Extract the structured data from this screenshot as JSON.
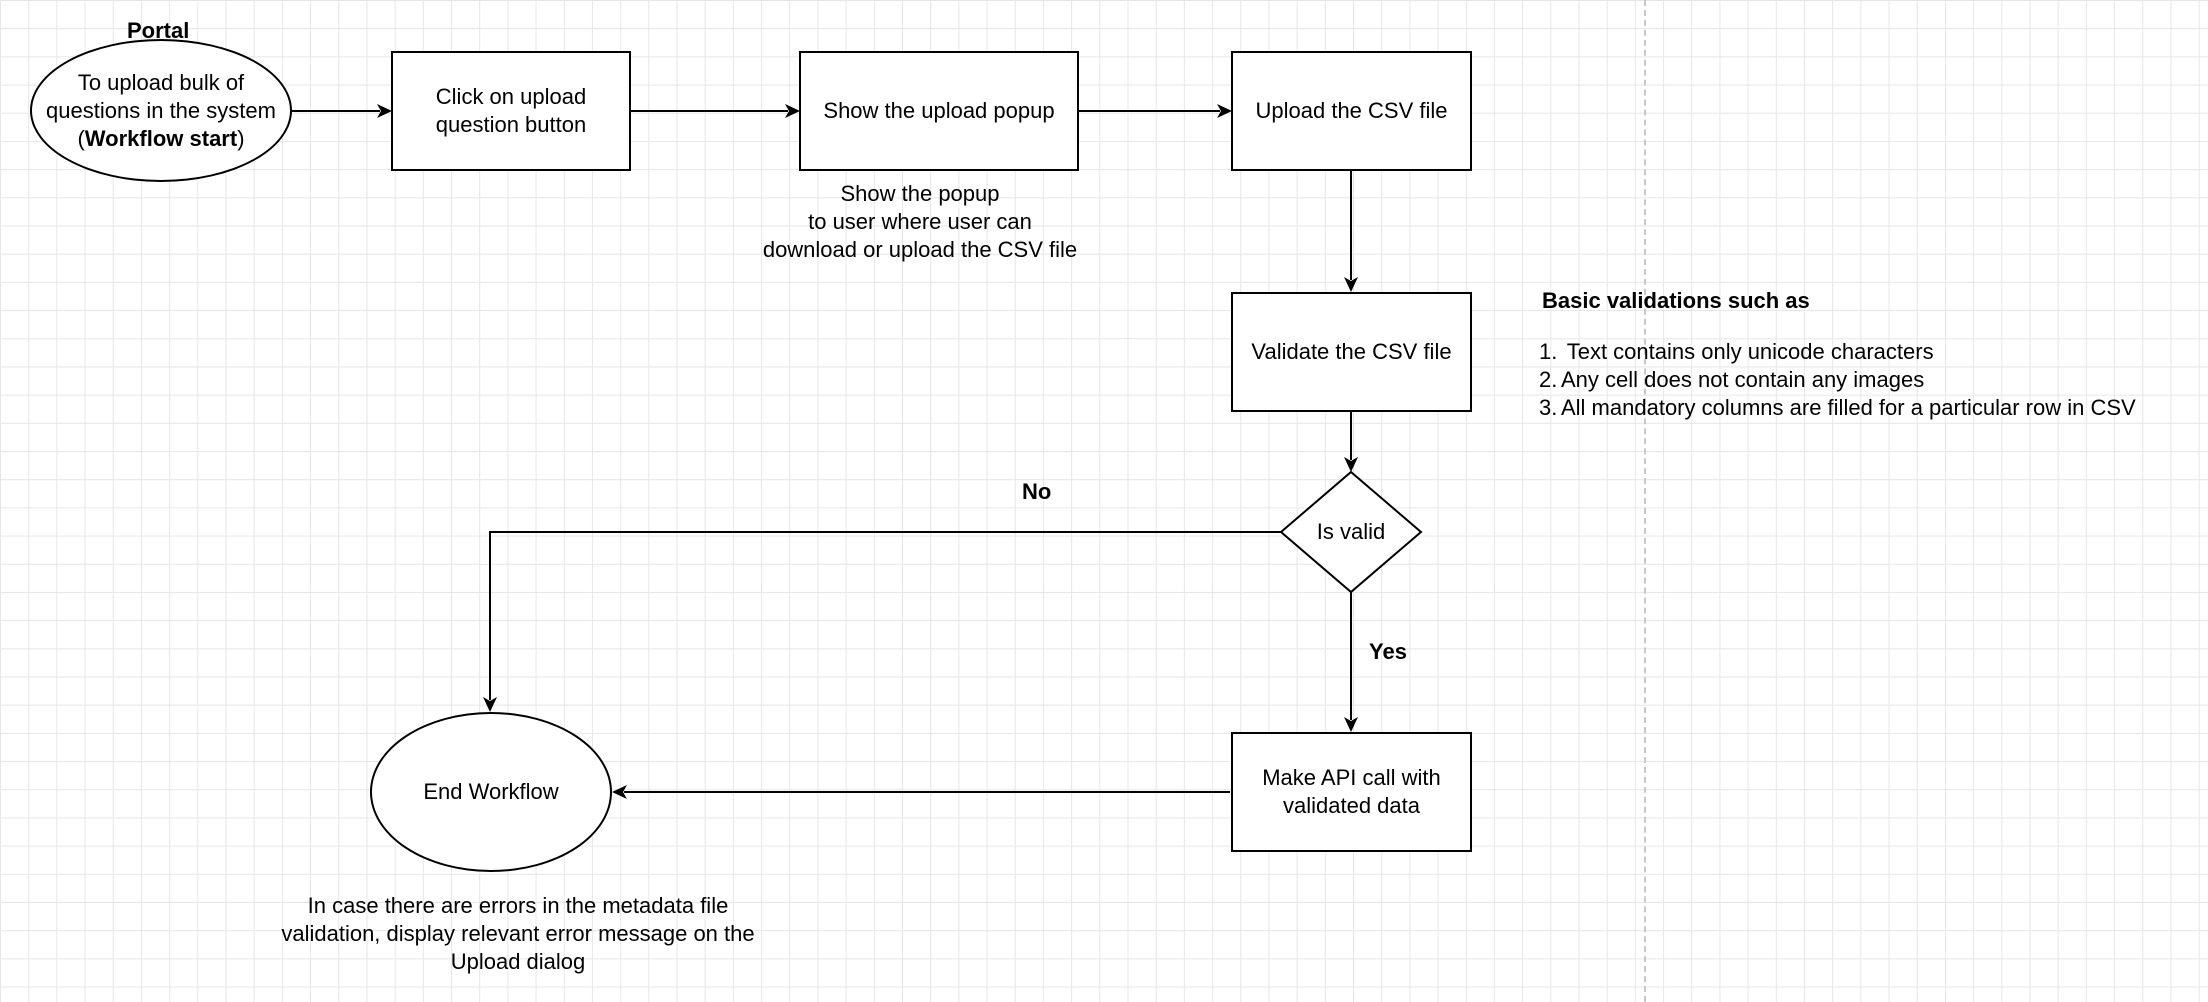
{
  "diagram": {
    "portal_label": "Portal",
    "start": {
      "line1": "To upload bulk of",
      "line2": "questions in the system",
      "line3_prefix": "(",
      "line3_bold": "Workflow start",
      "line3_suffix": ")"
    },
    "click_upload": {
      "line1": "Click on upload",
      "line2": "question button"
    },
    "show_popup": {
      "text": "Show the upload popup"
    },
    "upload_csv": {
      "text": "Upload the CSV file"
    },
    "popup_note": {
      "line1": "Show the popup",
      "line2": "to user where user can",
      "line3": "download or upload the CSV file"
    },
    "validate_csv": {
      "text": "Validate the CSV file"
    },
    "validations": {
      "title": "Basic validations such as",
      "items": [
        {
          "num": "1.",
          "text": " Text contains only unicode characters"
        },
        {
          "num": "2.",
          "text": "Any cell does not contain any images"
        },
        {
          "num": "3.",
          "text": "All mandatory columns are filled for a particular row in CSV"
        }
      ]
    },
    "decision": {
      "text": "Is valid",
      "no_label": "No",
      "yes_label": "Yes"
    },
    "api_call": {
      "line1": "Make API call with",
      "line2": "validated data"
    },
    "end": {
      "text": "End Workflow"
    },
    "error_note": {
      "line1": "In case there are errors in the metadata file",
      "line2": "validation, display relevant error message on the",
      "line3": "Upload dialog"
    }
  }
}
